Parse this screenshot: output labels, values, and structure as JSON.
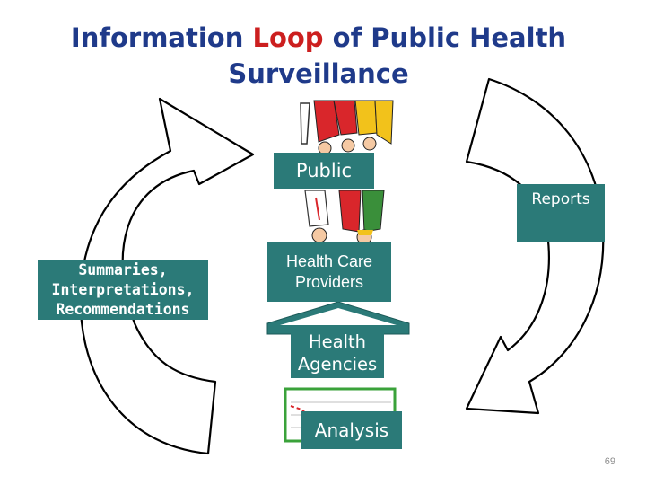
{
  "title": {
    "part1": "Information ",
    "highlight": "Loop",
    "part2": " of Public Health",
    "line2": "Surveillance"
  },
  "nodes": {
    "public": "Public",
    "reports": "Reports",
    "health_care_providers": {
      "line1": "Health Care",
      "line2": "Providers"
    },
    "summaries": {
      "line1": "Summaries,",
      "line2": "Interpretations,",
      "line3": "Recommendations"
    },
    "health_agencies": {
      "line1": "Health",
      "line2": "Agencies"
    },
    "analysis": "Analysis"
  },
  "page_number": "69",
  "colors": {
    "title": "#1f3a8a",
    "title_highlight": "#cc1f1f",
    "label_bg": "#2b7a78",
    "arrow_stroke": "#000000"
  }
}
